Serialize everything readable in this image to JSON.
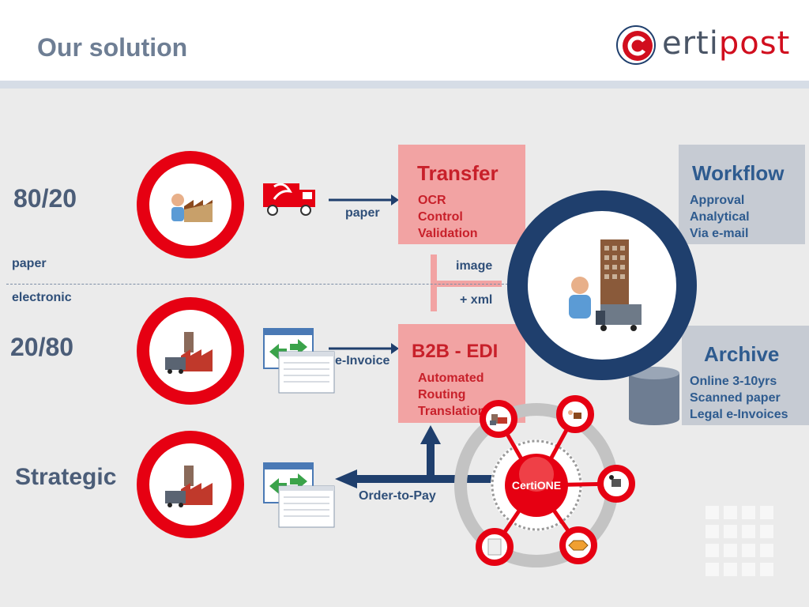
{
  "header": {
    "title": "Our solution",
    "logo_prefix": "c",
    "logo_mid": "erti",
    "logo_suffix": "post"
  },
  "rows": {
    "row1_label": "80/20",
    "row2_label": "20/80",
    "row3_label": "Strategic",
    "divider_top": "paper",
    "divider_bottom": "electronic"
  },
  "arrows": {
    "paper": "paper",
    "image": "image",
    "xml": "+ xml",
    "einvoice": "e-Invoice",
    "order_to_pay": "Order-to-Pay"
  },
  "boxes": {
    "transfer": {
      "title": "Transfer",
      "lines": [
        "OCR",
        "Control",
        "Validation"
      ]
    },
    "b2b": {
      "title": "B2B - EDI",
      "lines": [
        "Automated",
        "Routing",
        "Translation"
      ]
    },
    "workflow": {
      "title": "Workflow",
      "lines": [
        "Approval",
        "Analytical",
        "Via e-mail"
      ]
    },
    "archive": {
      "title": "Archive",
      "lines": [
        "Online 3-10yrs",
        "Scanned paper",
        "Legal e-Invoices"
      ]
    }
  },
  "hub": {
    "label": "CertiONE"
  },
  "colors": {
    "red": "#e60012",
    "navy": "#1f3f6d",
    "text": "#2f4f79",
    "pink": "#f2a3a3",
    "grey_box": "#c6cbd3"
  }
}
